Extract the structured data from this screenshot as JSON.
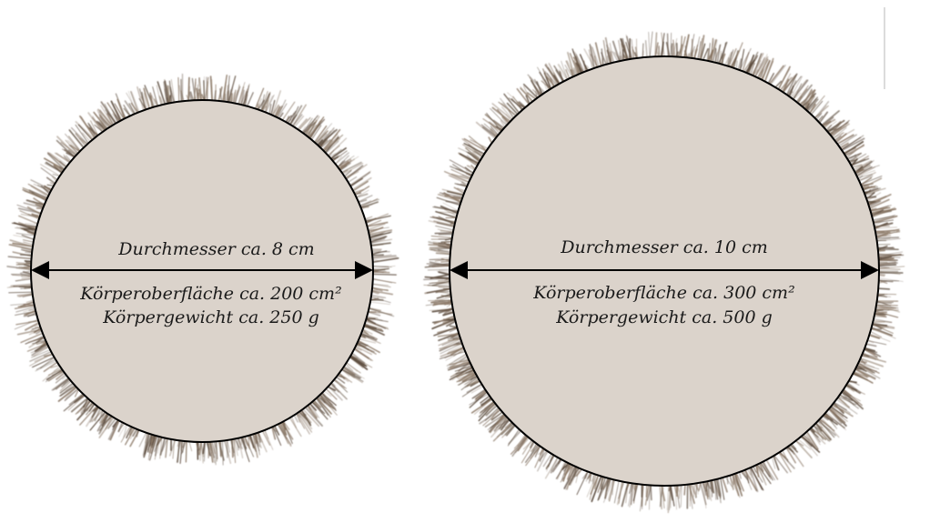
{
  "colors": {
    "body_fill": "#dbd3cb",
    "outline": "#000000",
    "spines": "#5a4a3c",
    "spines_light": "#8b7866",
    "text": "#1a1a1a"
  },
  "hedgehogs": [
    {
      "diameter_label": "Durchmesser ca. 8 cm",
      "surface_label": "Körperoberfläche ca. 200 cm²",
      "weight_label": "Körpergewicht ca. 250 g"
    },
    {
      "diameter_label": "Durchmesser ca. 10 cm",
      "surface_label": "Körperoberfläche ca. 300 cm²",
      "weight_label": "Körpergewicht ca. 500 g"
    }
  ]
}
